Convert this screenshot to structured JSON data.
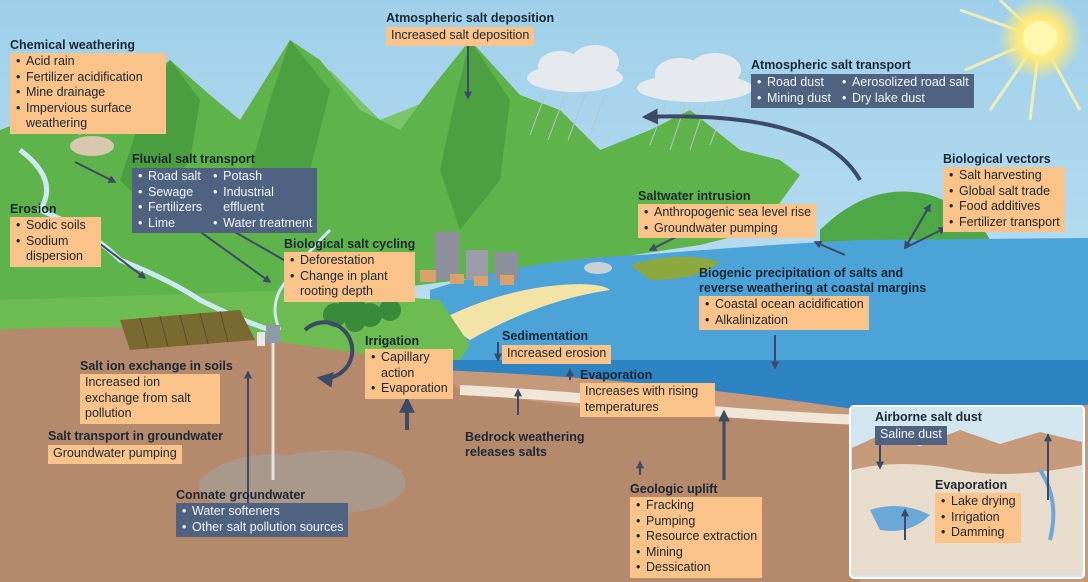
{
  "colors": {
    "sky": "#a9d6ec",
    "mountain": "#5eb34a",
    "mountain_dark": "#3f8f3a",
    "ground": "#b58a6c",
    "ocean": "#3f95cf",
    "label_orange": "#f9c38a",
    "label_blue": "#4f6380",
    "arrow": "#3c4a66"
  },
  "labels": {
    "atm_deposition": {
      "title": "Atmospheric salt deposition",
      "items": [
        "Increased salt deposition"
      ]
    },
    "chem_weathering": {
      "title": "Chemical weathering",
      "items": [
        "Acid rain",
        "Fertilizer acidification",
        "Mine drainage",
        "Impervious surface weathering"
      ]
    },
    "atm_transport": {
      "title": "Atmospheric salt transport",
      "col1": [
        "Road dust",
        "Mining dust"
      ],
      "col2": [
        "Aerosolized road salt",
        "Dry lake dust"
      ]
    },
    "fluvial": {
      "title": "Fluvial salt transport",
      "col1": [
        "Road salt",
        "Sewage",
        "Fertilizers",
        "Lime"
      ],
      "col2": [
        "Potash",
        "Industrial effluent",
        "Water treatment"
      ]
    },
    "bio_vectors": {
      "title": "Biological vectors",
      "items": [
        "Salt harvesting",
        "Global salt trade",
        "Food additives",
        "Fertilizer transport"
      ]
    },
    "erosion": {
      "title": "Erosion",
      "items": [
        "Sodic soils",
        "Sodium dispersion"
      ]
    },
    "saltwater": {
      "title": "Saltwater intrusion",
      "items": [
        "Anthropogenic sea level rise",
        "Groundwater pumping"
      ]
    },
    "bio_cycling": {
      "title": "Biological salt cycling",
      "items": [
        "Deforestation",
        "Change in plant rooting depth"
      ]
    },
    "biogenic": {
      "title": "Biogenic precipitation of salts and reverse weathering at coastal margins",
      "items": [
        "Coastal ocean acidification",
        "Alkalinization"
      ]
    },
    "irrigation": {
      "title": "Irrigation",
      "items": [
        "Capillary action",
        "Evaporation"
      ]
    },
    "sedimentation": {
      "title": "Sedimentation",
      "items": [
        "Increased erosion"
      ]
    },
    "ion_exchange": {
      "title": "Salt ion exchange in soils",
      "items": [
        "Increased ion exchange from salt pollution"
      ]
    },
    "evaporation1": {
      "title": "Evaporation",
      "items": [
        "Increases with rising temperatures"
      ]
    },
    "airborne": {
      "title": "Airborne salt dust",
      "items": [
        "Saline dust"
      ]
    },
    "bedrock": {
      "title": "Bedrock weathering releases salts"
    },
    "groundwater": {
      "title": "Salt transport in groundwater",
      "items": [
        "Groundwater pumping"
      ]
    },
    "evaporation2": {
      "title": "Evaporation",
      "items": [
        "Lake drying",
        "Irrigation",
        "Damming"
      ]
    },
    "connate": {
      "title": "Connate groundwater",
      "items": [
        "Water softeners",
        "Other salt pollution sources"
      ]
    },
    "uplift": {
      "title": "Geologic uplift",
      "items": [
        "Fracking",
        "Pumping",
        "Resource extraction",
        "Mining",
        "Dessication"
      ]
    }
  }
}
